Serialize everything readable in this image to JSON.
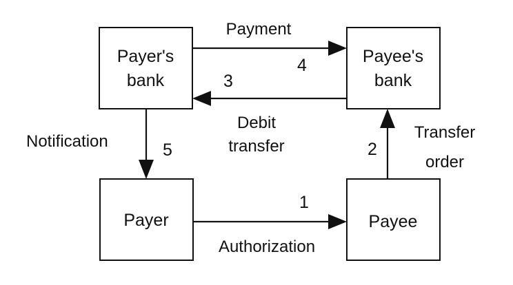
{
  "nodes": {
    "payers_bank": {
      "lines": [
        "Payer's",
        "bank"
      ]
    },
    "payees_bank": {
      "lines": [
        "Payee's",
        "bank"
      ]
    },
    "payer": {
      "lines": [
        "Payer"
      ]
    },
    "payee": {
      "lines": [
        "Payee"
      ]
    }
  },
  "edges": {
    "payment": {
      "label": "Payment",
      "step": "4"
    },
    "debit_transfer": {
      "lines": [
        "Debit",
        "transfer"
      ],
      "step": "3"
    },
    "notification": {
      "label": "Notification",
      "step": "5"
    },
    "transfer_order": {
      "lines": [
        "Transfer",
        "order"
      ],
      "step": "2"
    },
    "authorization": {
      "label": "Authorization",
      "step": "1"
    }
  },
  "colors": {
    "stroke": "#111111",
    "background": "#ffffff"
  }
}
